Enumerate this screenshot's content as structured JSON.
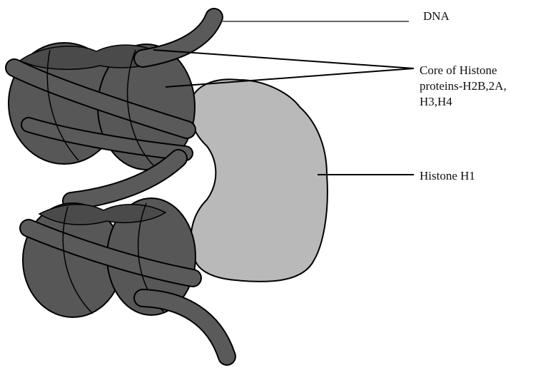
{
  "labels": {
    "dna": "DNA",
    "core": [
      "Core of Histone",
      "proteins-H2B,2A,",
      "H3,H4"
    ],
    "h1": "Histone  H1"
  },
  "colors": {
    "nucleosome_fill": "#555555",
    "nucleosome_dark": "#404040",
    "dna_strand": "#5a5a5a",
    "histone_h1_fill": "#b9b9b9",
    "outline": "#000000",
    "leader_line": "#000000",
    "dna_leader_line": "#666666"
  }
}
